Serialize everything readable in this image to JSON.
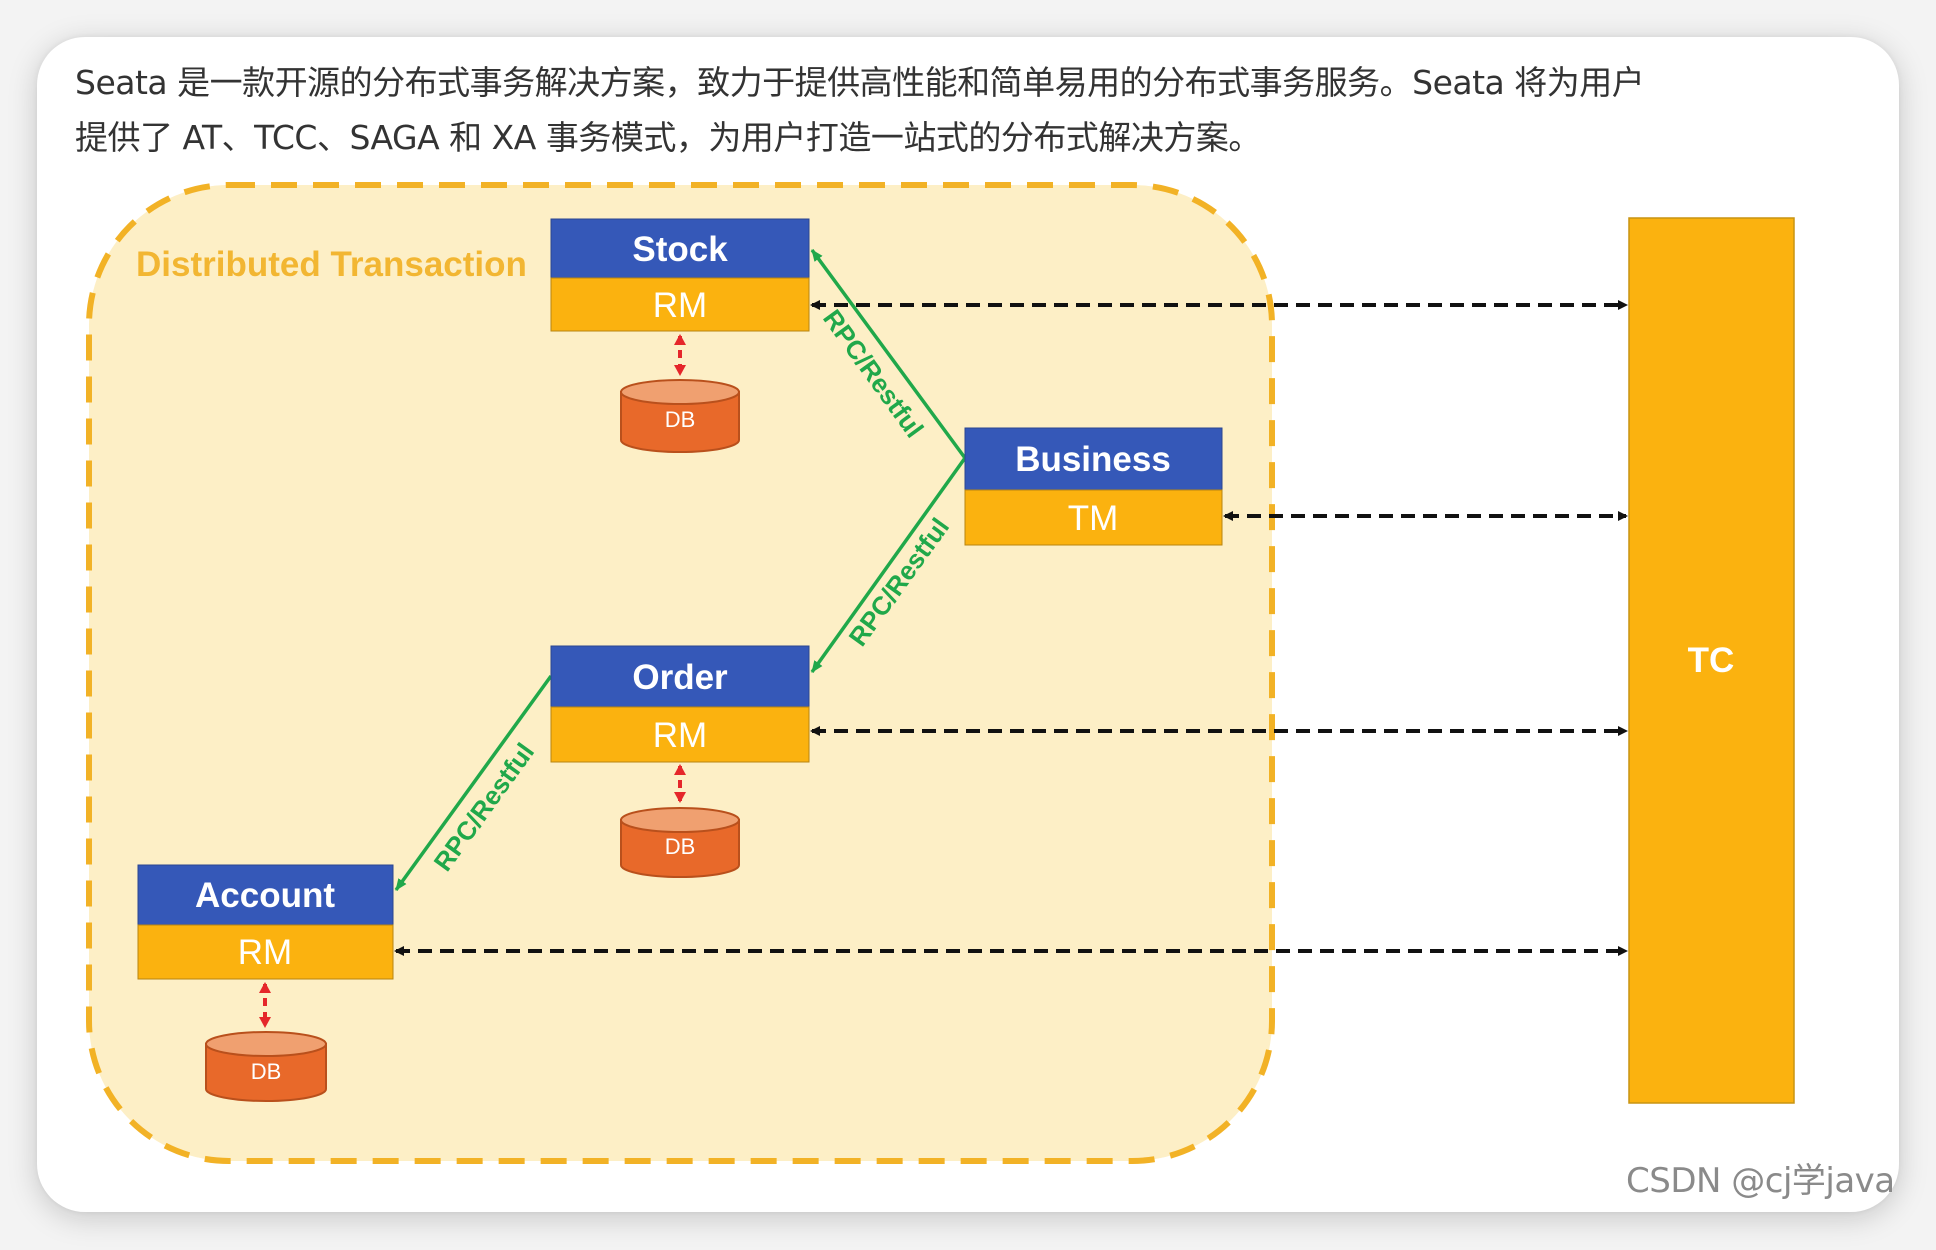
{
  "intro": {
    "line1": "Seata 是一款开源的分布式事务解决方案，致力于提供高性能和简单易用的分布式事务服务。Seata 将为用户",
    "line2": "提供了 AT、TCC、SAGA 和 XA 事务模式，为用户打造一站式的分布式解决方案。"
  },
  "diagram": {
    "region_label": "Distributed Transaction",
    "colors": {
      "service_blue": "#3558b8",
      "role_yellow": "#fbb20f",
      "region_fill": "#fdefc6",
      "region_border": "#f2b226",
      "db_orange": "#e8692a",
      "db_top": "#f0a070",
      "rpc_green": "#20a84a",
      "db_link_red": "#e5262a",
      "tc_link_black": "#111111"
    },
    "nodes": [
      {
        "id": "stock",
        "service": "Stock",
        "role": "RM",
        "has_db": true
      },
      {
        "id": "business",
        "service": "Business",
        "role": "TM",
        "has_db": false
      },
      {
        "id": "order",
        "service": "Order",
        "role": "RM",
        "has_db": true
      },
      {
        "id": "account",
        "service": "Account",
        "role": "RM",
        "has_db": true
      }
    ],
    "db_label": "DB",
    "tc": {
      "label": "TC"
    },
    "rpc_links": [
      {
        "from": "business",
        "to": "stock",
        "label": "RPC/Restful"
      },
      {
        "from": "business",
        "to": "order",
        "label": "RPC/Restful"
      },
      {
        "from": "order",
        "to": "account",
        "label": "RPC/Restful"
      }
    ],
    "tc_links": [
      {
        "from": "stock",
        "to": "tc",
        "style": "dashed",
        "bidirectional": true
      },
      {
        "from": "business",
        "to": "tc",
        "style": "dashed",
        "bidirectional": true
      },
      {
        "from": "order",
        "to": "tc",
        "style": "dashed",
        "bidirectional": true
      },
      {
        "from": "account",
        "to": "tc",
        "style": "dashed",
        "bidirectional": true
      }
    ]
  },
  "watermark": "CSDN @cj学java"
}
